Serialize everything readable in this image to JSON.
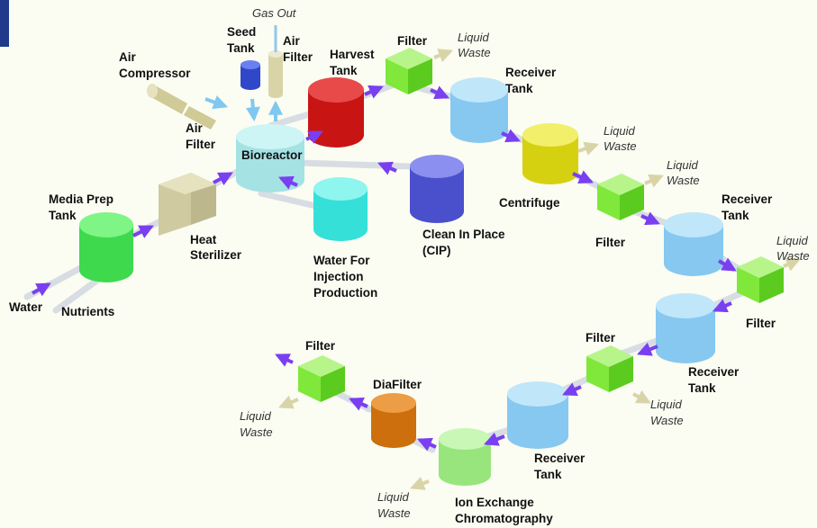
{
  "labels": {
    "water": "Water",
    "nutrients": "Nutrients",
    "media_prep_tank": [
      "Media Prep",
      "Tank"
    ],
    "heat_sterilizer": [
      "Heat",
      "Sterilizer"
    ],
    "air_compressor": [
      "Air",
      "Compressor"
    ],
    "air_filter_low": [
      "Air",
      "Filter"
    ],
    "seed_tank": [
      "Seed",
      "Tank"
    ],
    "air_filter_top": [
      "Air",
      "Filter"
    ],
    "gas_out": "Gas Out",
    "bioreactor": "Bioreactor",
    "harvest_tank": [
      "Harvest",
      "Tank"
    ],
    "filter_1": "Filter",
    "liquid_waste_1": [
      "Liquid",
      "Waste"
    ],
    "receiver_tank_1": [
      "Receiver",
      "Tank"
    ],
    "water_for_injection": [
      "Water For",
      "Injection",
      "Production"
    ],
    "clean_in_place": [
      "Clean In Place",
      "(CIP)"
    ],
    "centrifuge": "Centrifuge",
    "liquid_waste_2": [
      "Liquid",
      "Waste"
    ],
    "filter_2": "Filter",
    "liquid_waste_3": [
      "Liquid",
      "Waste"
    ],
    "receiver_tank_2": [
      "Receiver",
      "Tank"
    ],
    "liquid_waste_4": [
      "Liquid",
      "Waste"
    ],
    "filter_3": "Filter",
    "receiver_tank_3": [
      "Receiver",
      "Tank"
    ],
    "filter_4": "Filter",
    "liquid_waste_5": [
      "Liquid",
      "Waste"
    ],
    "receiver_tank_4": [
      "Receiver",
      "Tank"
    ],
    "ion_exchange": [
      "Ion Exchange",
      "Chromatography"
    ],
    "liquid_waste_6": [
      "Liquid",
      "Waste"
    ],
    "diafilter": "DiaFilter",
    "filter_5": "Filter",
    "liquid_waste_7": [
      "Liquid",
      "Waste"
    ]
  },
  "colors": {
    "media_prep_tank": "#55e860",
    "heat_sterilizer": "#d6d2a2",
    "air_compressor": "#d9d49e",
    "seed_tank": "#3d57d9",
    "bioreactor": "#b3ecec",
    "harvest_tank": "#d31b1b",
    "filter": "#7fe83a",
    "receiver_tank": "#93d2f5",
    "centrifuge": "#e3e01c",
    "water_for_injection": "#4cf0e6",
    "clean_in_place": "#5a5fd9",
    "ion_exchange": "#a6f08a",
    "diafilter": "#d97a12",
    "flow_arrow": "#7a3ff0",
    "waste_arrow": "#d9d4a8",
    "pipe": "#d8dde4"
  }
}
